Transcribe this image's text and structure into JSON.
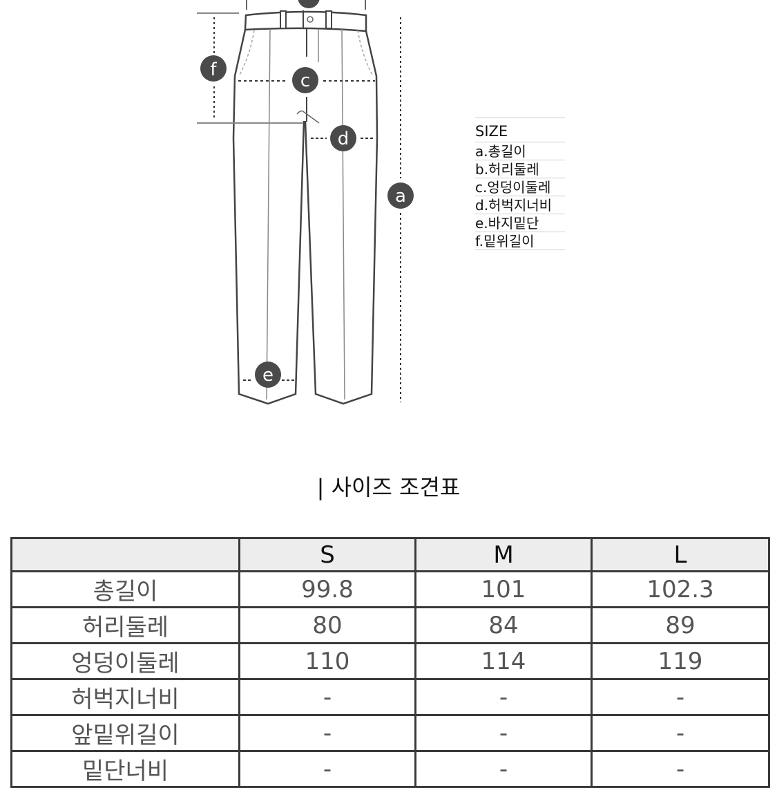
{
  "diagram": {
    "markers": [
      {
        "id": "a",
        "label": "a"
      },
      {
        "id": "c",
        "label": "c"
      },
      {
        "id": "d",
        "label": "d"
      },
      {
        "id": "e",
        "label": "e"
      },
      {
        "id": "f",
        "label": "f"
      }
    ],
    "legend": {
      "title": "SIZE",
      "items": [
        "a.총길이",
        "b.허리둘레",
        "c.엉덩이둘레",
        "d.허벅지너비",
        "e.바지밑단",
        "f.밑위길이"
      ]
    }
  },
  "section_title": "| 사이즈 조견표",
  "size_table": {
    "headers": [
      "",
      "S",
      "M",
      "L"
    ],
    "rows": [
      {
        "label": "총길이",
        "values": [
          "99.8",
          "101",
          "102.3"
        ]
      },
      {
        "label": "허리둘레",
        "values": [
          "80",
          "84",
          "89"
        ]
      },
      {
        "label": "엉덩이둘레",
        "values": [
          "110",
          "114",
          "119"
        ]
      },
      {
        "label": "허벅지너비",
        "values": [
          "-",
          "-",
          "-"
        ]
      },
      {
        "label": "앞밑위길이",
        "values": [
          "-",
          "-",
          "-"
        ]
      },
      {
        "label": "밑단너비",
        "values": [
          "-",
          "-",
          "-"
        ]
      }
    ]
  },
  "colors": {
    "marker_fill": "#4a4a4a",
    "outline": "#444444",
    "header_bg": "#ededed",
    "border": "#3a3a3a"
  }
}
